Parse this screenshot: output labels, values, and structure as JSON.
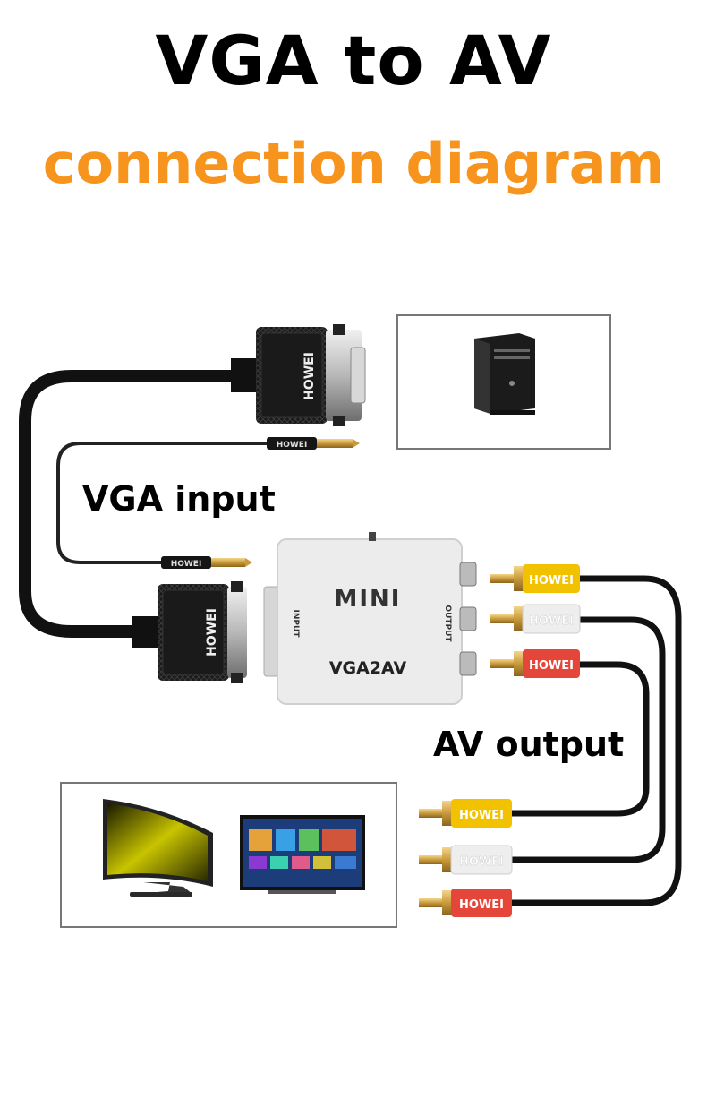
{
  "title": {
    "line1": "VGA to AV",
    "line2": "connection diagram",
    "line2_color": "#f7941d"
  },
  "labels": {
    "input": "VGA input",
    "output": "AV output"
  },
  "adapter": {
    "brand": "MINI",
    "model": "VGA2AV",
    "input_port": "INPUT",
    "output_port": "OUTPUT"
  },
  "cable_brand": "HOWEI",
  "rca_colors": {
    "video": "#f2c200",
    "audio_left": "#eeeeee",
    "audio_right": "#e4473a"
  },
  "devices": {
    "source": "computer-tower",
    "targets": [
      "monitor",
      "tv"
    ]
  }
}
